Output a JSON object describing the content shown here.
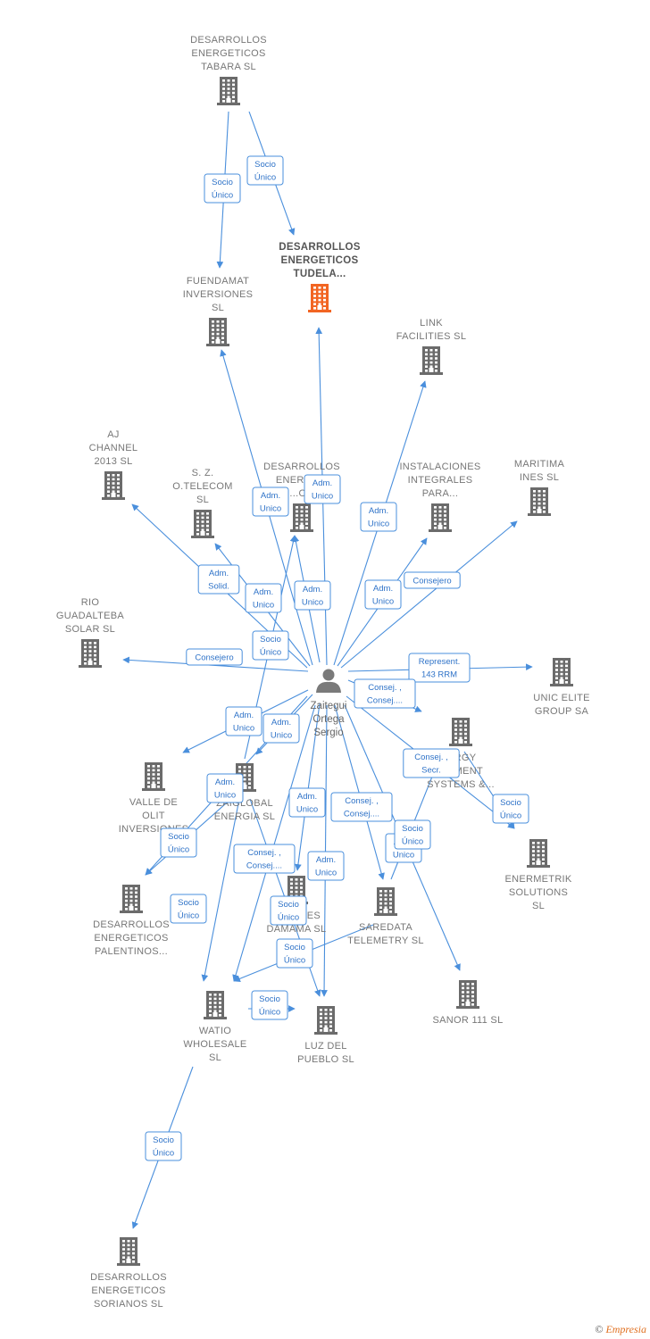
{
  "focus_node_id": "tudela",
  "center": {
    "id": "person",
    "lines": [
      "Zaitegui",
      "Ortega",
      "Sergio"
    ],
    "icon": "person-icon"
  },
  "nodes": [
    {
      "id": "tabara",
      "lines": [
        "DESARROLLOS",
        "ENERGETICOS",
        "TABARA  SL"
      ],
      "icon": "building-icon"
    },
    {
      "id": "tudela",
      "lines": [
        "DESARROLLOS",
        "ENERGETICOS",
        "TUDELA..."
      ],
      "icon": "building-icon",
      "color": "#f26522"
    },
    {
      "id": "fuendamat",
      "lines": [
        "FUENDAMAT",
        "INVERSIONES",
        "SL"
      ],
      "icon": "building-icon"
    },
    {
      "id": "link",
      "lines": [
        "LINK",
        "FACILITIES SL"
      ],
      "icon": "building-icon"
    },
    {
      "id": "aj",
      "lines": [
        "AJ",
        "CHANNEL",
        "2013 SL"
      ],
      "icon": "building-icon"
    },
    {
      "id": "sz",
      "lines": [
        "S.  Z.",
        "O.TELECOM",
        "SL"
      ],
      "icon": "building-icon"
    },
    {
      "id": "desx",
      "lines": [
        "DESARROLLOS",
        "ENERGE...",
        "...ON"
      ],
      "icon": "building-icon"
    },
    {
      "id": "instal",
      "lines": [
        "INSTALACIONES",
        "INTEGRALES",
        "PARA..."
      ],
      "icon": "building-icon"
    },
    {
      "id": "maritima",
      "lines": [
        "MARITIMA",
        "INES SL"
      ],
      "icon": "building-icon"
    },
    {
      "id": "rio",
      "lines": [
        "RIO",
        "GUADALTEBA",
        "SOLAR  SL"
      ],
      "icon": "building-icon"
    },
    {
      "id": "unic",
      "lines": [
        "UNIC ELITE",
        "GROUP SA"
      ],
      "icon": "building-icon"
    },
    {
      "id": "energy",
      "lines": [
        "...RGY",
        "...EMENT",
        "SYSTEMS &..."
      ],
      "icon": "building-icon"
    },
    {
      "id": "valle",
      "lines": [
        "VALLE DE",
        "OLIT",
        "INVERSIONES"
      ],
      "icon": "building-icon"
    },
    {
      "id": "zaiglobal",
      "lines": [
        "ZAIGLOBAL",
        "ENERGIA  SL"
      ],
      "icon": "building-icon"
    },
    {
      "id": "enermetrik",
      "lines": [
        "ENERMETRIK",
        "SOLUTIONS",
        "SL"
      ],
      "icon": "building-icon"
    },
    {
      "id": "palentinos",
      "lines": [
        "DESARROLLOS",
        "ENERGETICOS",
        "PALENTINOS..."
      ],
      "icon": "building-icon"
    },
    {
      "id": "damama",
      "lines": [
        "IN...ONES",
        "DAMAMA  SL"
      ],
      "icon": "building-icon"
    },
    {
      "id": "saredata",
      "lines": [
        "SAREDATA",
        "TELEMETRY SL"
      ],
      "icon": "building-icon"
    },
    {
      "id": "sanor",
      "lines": [
        "SANOR 111 SL"
      ],
      "icon": "building-icon"
    },
    {
      "id": "watio",
      "lines": [
        "WATIO",
        "WHOLESALE",
        "SL"
      ],
      "icon": "building-icon"
    },
    {
      "id": "luz",
      "lines": [
        "LUZ DEL",
        "PUEBLO  SL"
      ],
      "icon": "building-icon"
    },
    {
      "id": "sorianos",
      "lines": [
        "DESARROLLOS",
        "ENERGETICOS",
        "SORIANOS  SL"
      ],
      "icon": "building-icon"
    }
  ],
  "edges": [
    {
      "from": "tabara",
      "to": "fuendamat",
      "label": [
        "Socio",
        "Único"
      ]
    },
    {
      "from": "tabara",
      "to": "tudela",
      "label": [
        "Socio",
        "Único"
      ]
    },
    {
      "from": "person",
      "to": "tudela",
      "label": [
        "Adm.",
        "Unico"
      ]
    },
    {
      "from": "person",
      "to": "fuendamat",
      "label": [
        "Adm.",
        "Unico"
      ]
    },
    {
      "from": "person",
      "to": "link",
      "label": [
        "Adm.",
        "Unico"
      ]
    },
    {
      "from": "person",
      "to": "aj",
      "label": [
        "Adm.",
        "Solid."
      ]
    },
    {
      "from": "person",
      "to": "sz",
      "label": [
        "Adm.",
        "Unico"
      ]
    },
    {
      "from": "person",
      "to": "desx",
      "label": [
        "Adm.",
        "Unico"
      ]
    },
    {
      "from": "person",
      "to": "instal",
      "label": [
        "Adm.",
        "Unico"
      ]
    },
    {
      "from": "person",
      "to": "maritima",
      "label": [
        "Consejero"
      ]
    },
    {
      "from": "person",
      "to": "rio",
      "label": [
        "Consejero"
      ]
    },
    {
      "from": "person",
      "to": "unic",
      "label": [
        "Represent.",
        "143 RRM"
      ]
    },
    {
      "from": "person",
      "to": "energy",
      "label": [
        "Consej. ,",
        "Consej...."
      ]
    },
    {
      "from": "person",
      "to": "valle",
      "label": [
        "Adm.",
        "Unico"
      ]
    },
    {
      "from": "person",
      "to": "zaiglobal",
      "label": [
        "Adm.",
        "Unico"
      ]
    },
    {
      "from": "person",
      "to": "enermetrik",
      "label": [
        "Consej. ,",
        "Secr."
      ]
    },
    {
      "from": "person",
      "to": "palentinos",
      "label": [
        "Adm.",
        "Unico"
      ]
    },
    {
      "from": "person",
      "to": "damama",
      "label": [
        "Adm.",
        "Unico"
      ]
    },
    {
      "from": "person",
      "to": "saredata",
      "label": [
        "Consej. ,",
        "Consej...."
      ]
    },
    {
      "from": "person",
      "to": "luz",
      "label": [
        "Adm.",
        "Unico"
      ]
    },
    {
      "from": "person",
      "to": "watio",
      "label": [
        "Consej. ,",
        "Consej...."
      ]
    },
    {
      "from": "person",
      "to": "sanor",
      "label": [
        "Adm.",
        "Unico"
      ]
    },
    {
      "from": "energy",
      "to": "enermetrik",
      "label": [
        "Socio",
        "Único"
      ]
    },
    {
      "from": "saredata",
      "to": "energy",
      "label": [
        "Socio",
        "Único"
      ]
    },
    {
      "from": "zaiglobal",
      "to": "palentinos",
      "label": [
        "Socio",
        "Único"
      ]
    },
    {
      "from": "zaiglobal",
      "to": "watio",
      "label": [
        "Socio",
        "Único"
      ]
    },
    {
      "from": "zaiglobal",
      "to": "luz",
      "label": [
        "Socio",
        "Único"
      ]
    },
    {
      "from": "zaiglobal",
      "to": "desx",
      "label": [
        "Socio",
        "Único"
      ]
    },
    {
      "from": "saredata",
      "to": "watio",
      "label": [
        "Socio",
        "Único"
      ]
    },
    {
      "from": "watio",
      "to": "luz",
      "label": [
        "Socio",
        "Único"
      ]
    },
    {
      "from": "watio",
      "to": "sorianos",
      "label": [
        "Socio",
        "Único"
      ]
    }
  ],
  "footer": {
    "copyright": "©",
    "brand": "Empresia"
  }
}
